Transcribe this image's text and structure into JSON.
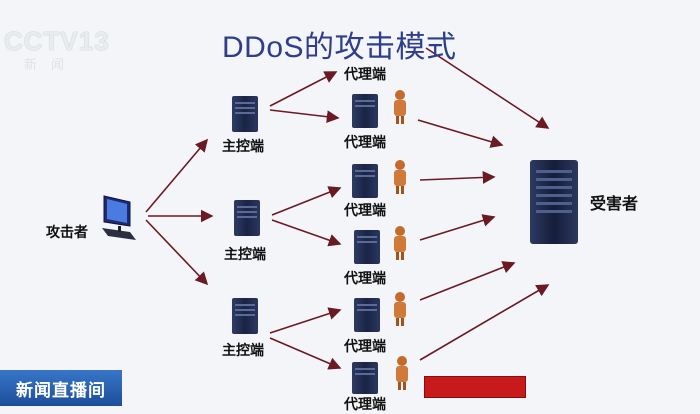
{
  "title": "DDoS的攻击模式",
  "broadcast": {
    "logo_text": "CCTV13",
    "logo_sub": "新闻",
    "program_badge": "新闻直播间"
  },
  "nodes": {
    "attacker": "攻击者",
    "master_1": "主控端",
    "master_2": "主控端",
    "master_3": "主控端",
    "agent_1": "代理端",
    "agent_2": "代理端",
    "agent_3": "代理端",
    "agent_4": "代理端",
    "agent_5": "代理端",
    "agent_6": "代理端",
    "victim": "受害者"
  },
  "colors": {
    "title": "#2e3e8c",
    "arrow": "#6b1a24",
    "server": "#1f2a4e",
    "news_bar": "#2a63b8",
    "red_bar": "#c81a1a"
  }
}
